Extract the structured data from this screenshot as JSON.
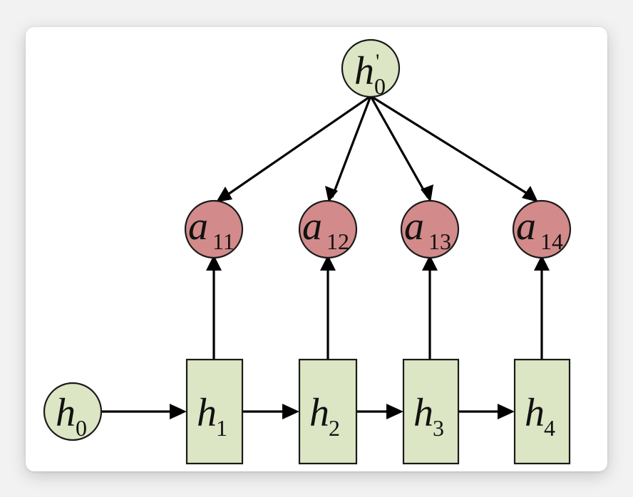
{
  "diagram": {
    "top_node": {
      "base": "h",
      "prime": "'",
      "sub": "0"
    },
    "attention_nodes": [
      {
        "base": "a",
        "sub": "11"
      },
      {
        "base": "a",
        "sub": "12"
      },
      {
        "base": "a",
        "sub": "13"
      },
      {
        "base": "a",
        "sub": "14"
      }
    ],
    "initial_state": {
      "base": "h",
      "sub": "0"
    },
    "hidden_states": [
      {
        "base": "h",
        "sub": "1"
      },
      {
        "base": "h",
        "sub": "2"
      },
      {
        "base": "h",
        "sub": "3"
      },
      {
        "base": "h",
        "sub": "4"
      }
    ],
    "colors": {
      "state_fill": "#dde6c4",
      "attention_fill": "#d38a8a",
      "stroke": "#1a1a1a"
    }
  }
}
